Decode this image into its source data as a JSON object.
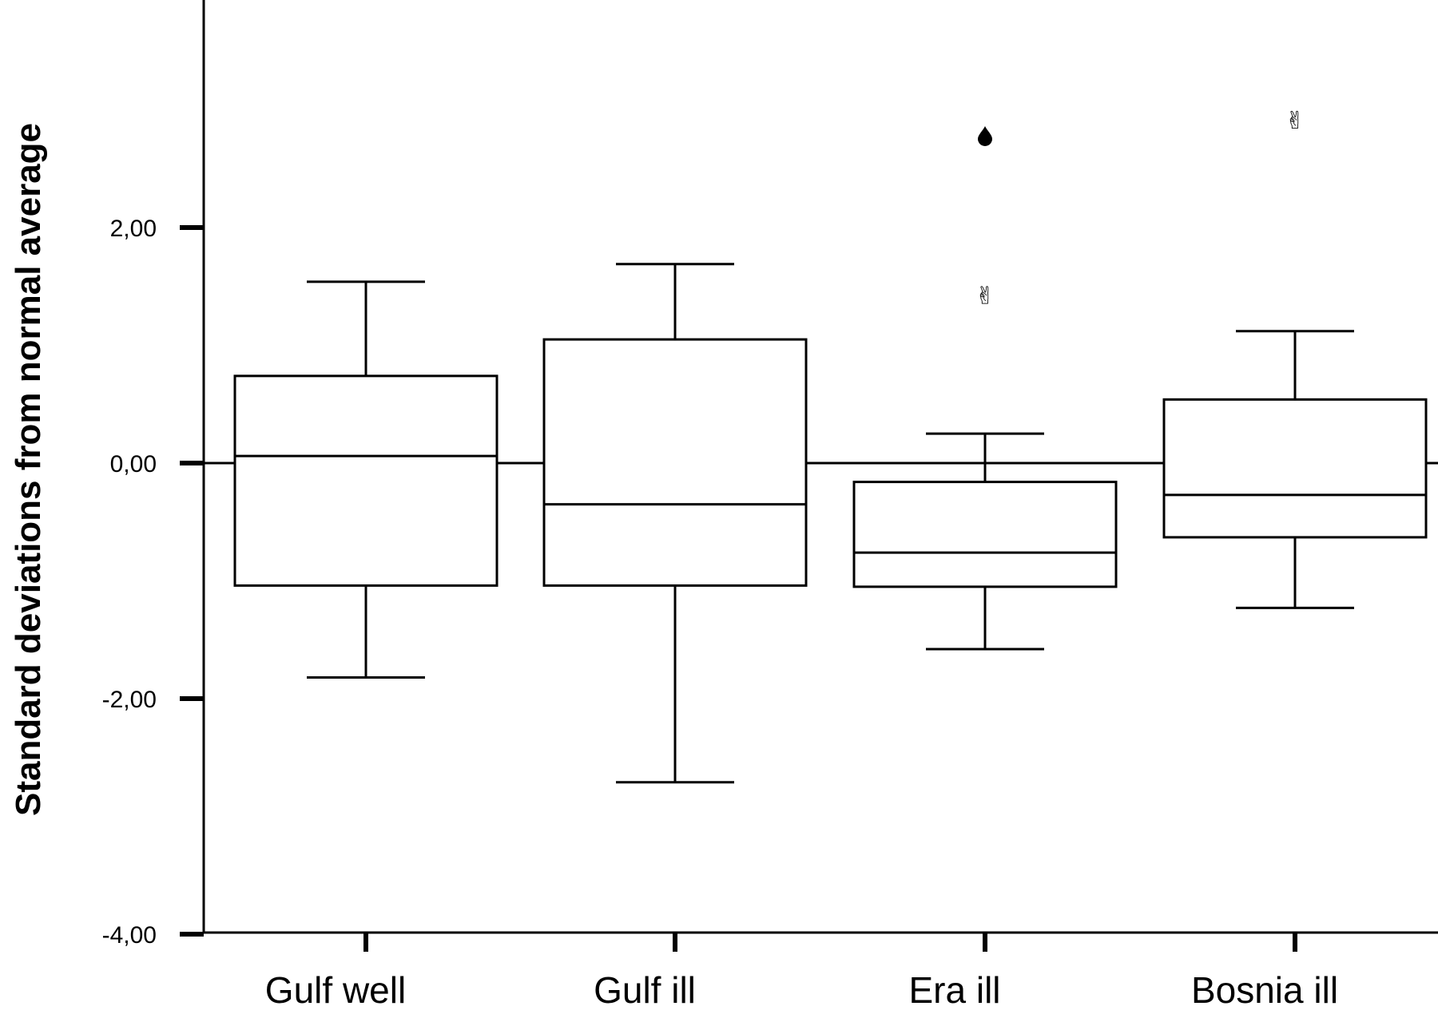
{
  "chart_data": {
    "type": "boxplot",
    "title": "",
    "xlabel": "",
    "ylabel": "Standard deviations from normal average",
    "ylim": [
      -4,
      3.9
    ],
    "yticks": [
      2,
      0,
      -2,
      -4
    ],
    "ytick_labels": [
      "2,00",
      "0,00",
      "-2,00",
      "-4,00"
    ],
    "reference_line": 0,
    "grid": false,
    "categories": [
      "Gulf well",
      "Gulf ill",
      "Era ill",
      "Bosnia ill"
    ],
    "boxes": [
      {
        "category": "Gulf well",
        "whisker_low": -1.82,
        "q1": -1.04,
        "median": 0.06,
        "q3": 0.74,
        "whisker_high": 1.54,
        "outliers": []
      },
      {
        "category": "Gulf ill",
        "whisker_low": -2.71,
        "q1": -1.04,
        "median": -0.35,
        "q3": 1.05,
        "whisker_high": 1.69,
        "outliers": []
      },
      {
        "category": "Era ill",
        "whisker_low": -1.58,
        "q1": -1.05,
        "median": -0.76,
        "q3": -0.16,
        "whisker_high": 0.25,
        "outliers": [
          1.42,
          2.78
        ]
      },
      {
        "category": "Bosnia ill",
        "whisker_low": -1.23,
        "q1": -0.63,
        "median": -0.27,
        "q3": 0.54,
        "whisker_high": 1.12,
        "outliers": [
          2.91
        ]
      }
    ],
    "outlier_symbols": {
      "extreme": "●",
      "mild": "✌"
    }
  }
}
